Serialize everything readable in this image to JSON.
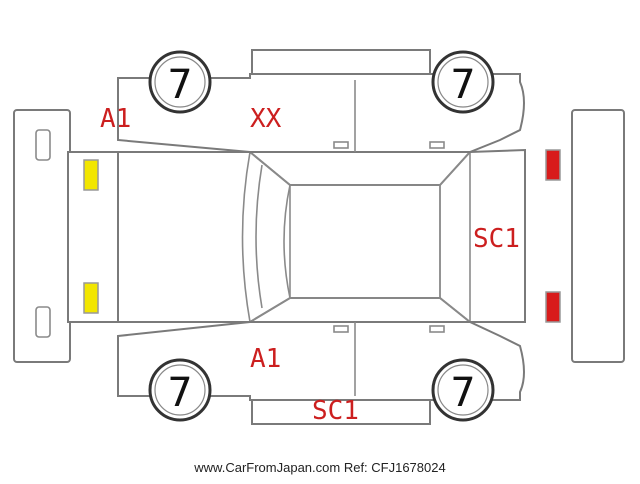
{
  "tire_depths": {
    "front_left": "7",
    "rear_left": "7",
    "front_right": "7",
    "rear_right": "7"
  },
  "damage_codes": {
    "front_left_fender": "A1",
    "left_front_door_top": "XX",
    "right_front_fender": "A1",
    "rear_panel": "SC1",
    "right_side_sill": "SC1"
  },
  "colors": {
    "code_red": "#cc1f1f",
    "headlight_yellow": "#f2e600",
    "taillight_red": "#d81b1b"
  },
  "footer": {
    "text": "www.CarFromJapan.com Ref: CFJ1678024"
  }
}
